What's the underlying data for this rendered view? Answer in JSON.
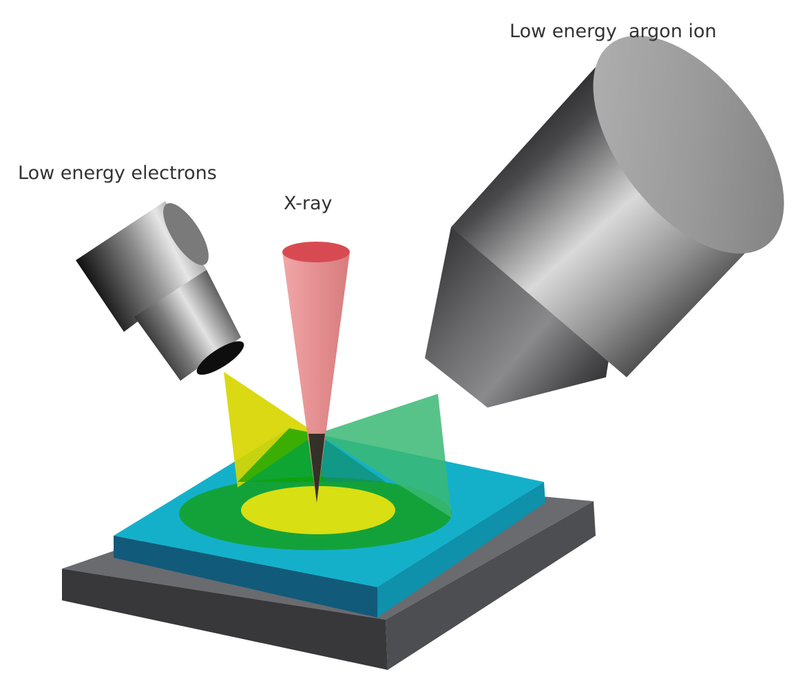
{
  "labels": {
    "argon": "Low energy  argon ion",
    "electrons": "Low energy electrons",
    "xray": "X-ray"
  },
  "colors": {
    "base_top": "#696b6f",
    "base_left": "#3a3a3c",
    "base_right": "#505154",
    "sample_top": "#14b0ca",
    "sample_left": "#135b7b",
    "sample_right": "#1090ab",
    "green_spot": "#13a23a",
    "yellow_spot": "#d8df12",
    "xray_cone": "#e68f90",
    "xray_cap": "#d84a52",
    "yellow_fan": "#d7d600",
    "green_fan": "#3ab874",
    "green_overlap": "#0ca200",
    "cylinder_dark": "#1d1d1f",
    "cylinder_light": "#d8d8d8"
  },
  "icons": [
    "electron-gun-icon",
    "argon-ion-gun-icon",
    "sample-stage-icon"
  ]
}
